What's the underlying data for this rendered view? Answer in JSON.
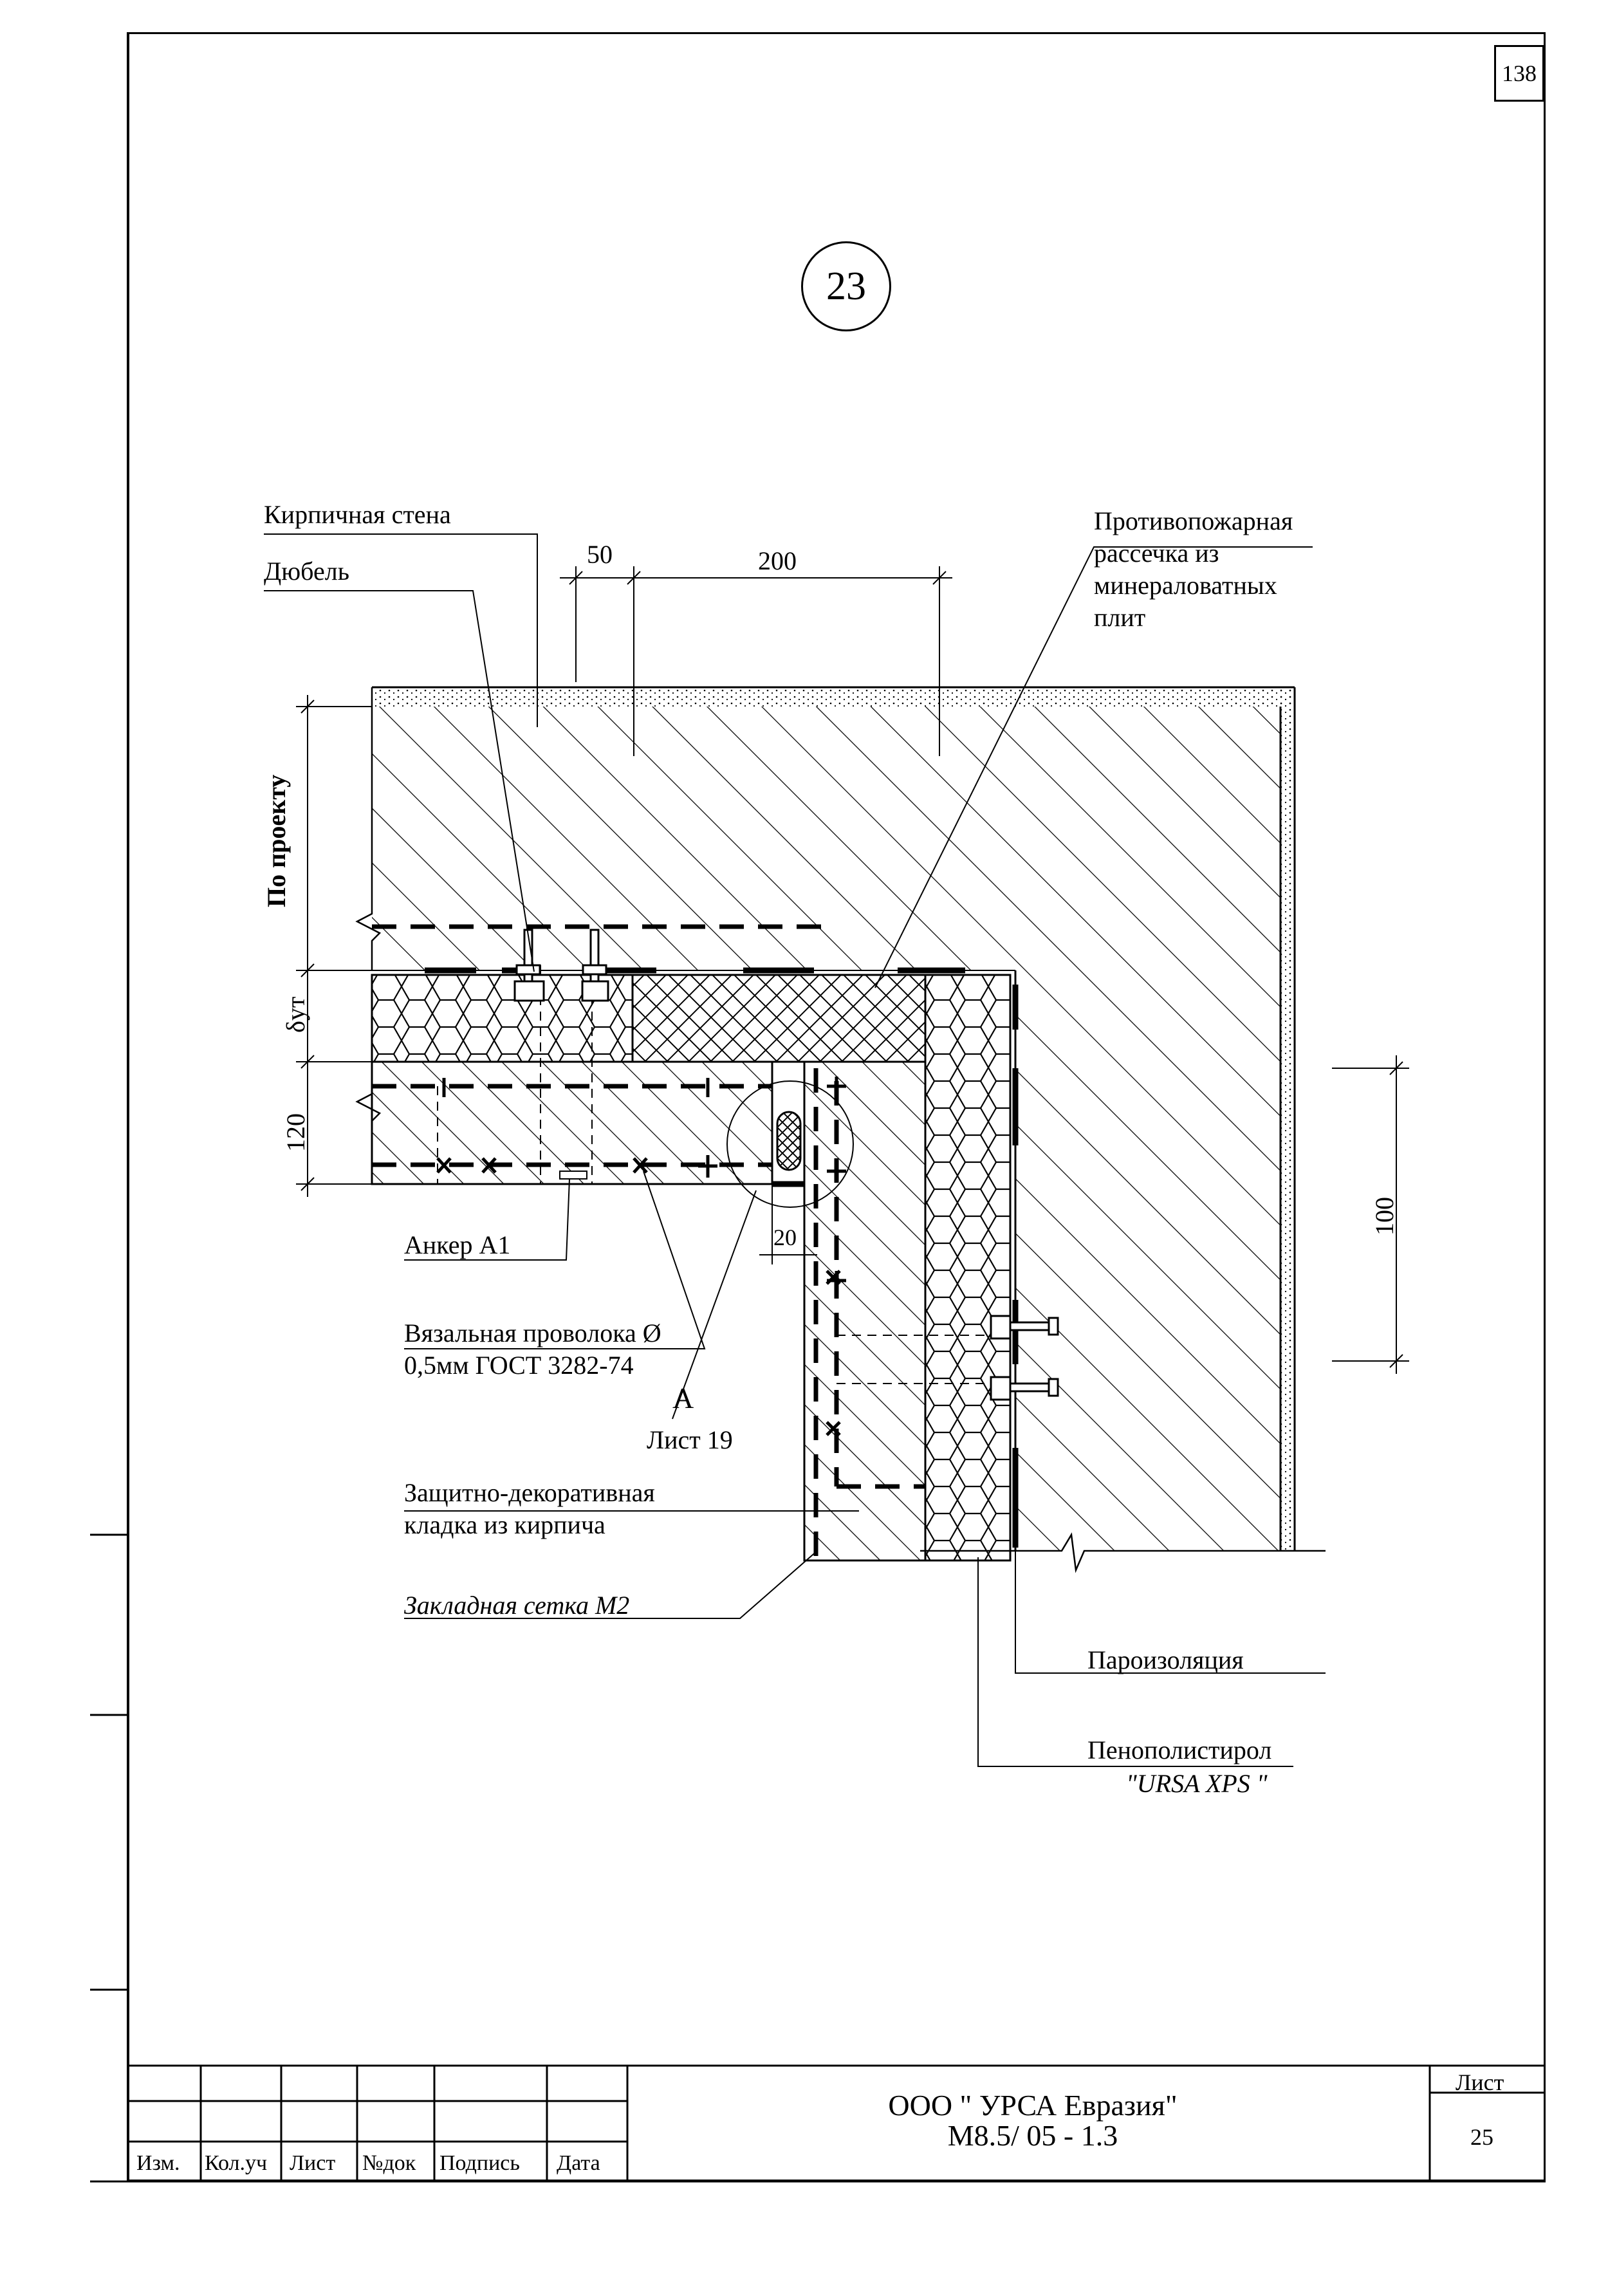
{
  "sheet": {
    "page_number": "138",
    "detail_number": "23"
  },
  "labels": {
    "brick_wall": "Кирпичная стена",
    "dowel": "Дюбель",
    "fire_break": [
      "Противопожарная",
      "рассечка из",
      "минераловатных",
      "плит"
    ],
    "anchor": "Анкер А1",
    "wire": [
      "Вязальная проволока Ø",
      "0,5мм ГОСТ 3282-74"
    ],
    "section_mark": "А",
    "section_ref": "Лист 19",
    "masonry": [
      "Защитно-декоративная",
      "кладка из кирпича"
    ],
    "mesh": "Закладная сетка М2",
    "vapor_barrier": "Пароизоляция",
    "eps": "Пенополистирол",
    "eps_brand": "\"URSA XPS \""
  },
  "dimensions": {
    "dim_50": "50",
    "dim_200": "200",
    "dim_by_project": "По проекту",
    "dim_delta": "δут",
    "dim_120": "120",
    "dim_20": "20",
    "dim_100": "100"
  },
  "title_block": {
    "columns": [
      "Изм.",
      "Кол.уч",
      "Лист",
      "№док",
      "Подпись",
      "Дата"
    ],
    "company": "ООО \" УРСА Евразия\"",
    "code": "М8.5/ 05 - 1.3",
    "sheet_label": "Лист",
    "sheet_number": "25"
  }
}
